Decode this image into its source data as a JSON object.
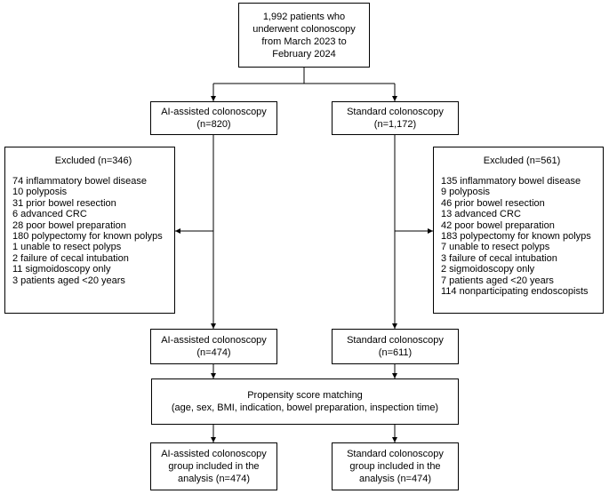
{
  "top": {
    "lines": [
      "1,992 patients who",
      "underwent colonoscopy",
      "from March 2023 to",
      "February 2024"
    ]
  },
  "ai_initial": {
    "lines": [
      "AI-assisted colonoscopy",
      "(n=820)"
    ]
  },
  "std_initial": {
    "lines": [
      "Standard colonoscopy",
      "(n=1,172)"
    ]
  },
  "ai_excluded": {
    "title": "Excluded (n=346)",
    "items": [
      "74 inflammatory bowel disease",
      "10 polyposis",
      "31 prior bowel resection",
      "6 advanced CRC",
      "28 poor bowel preparation",
      "180 polypectomy for known polyps",
      "1 unable to resect polyps",
      "2 failure of cecal intubation",
      "11 sigmoidoscopy only",
      "3 patients aged <20 years"
    ]
  },
  "std_excluded": {
    "title": "Excluded (n=561)",
    "items": [
      "135 inflammatory bowel disease",
      "9 polyposis",
      "46 prior bowel resection",
      "13 advanced CRC",
      "42 poor bowel preparation",
      "183 polypectomy for known polyps",
      "7 unable to resect polyps",
      "3 failure of cecal intubation",
      "2 sigmoidoscopy only",
      "7 patients aged <20 years",
      "114 nonparticipating endoscopists"
    ]
  },
  "ai_after": {
    "lines": [
      "AI-assisted colonoscopy",
      "(n=474)"
    ]
  },
  "std_after": {
    "lines": [
      "Standard colonoscopy",
      "(n=611)"
    ]
  },
  "psm": {
    "lines": [
      "Propensity score matching",
      "(age, sex, BMI, indication, bowel preparation, inspection time)"
    ]
  },
  "ai_final": {
    "lines": [
      "AI-assisted colonoscopy",
      "group included in the",
      "analysis (n=474)"
    ]
  },
  "std_final": {
    "lines": [
      "Standard colonoscopy",
      "group included in the",
      "analysis (n=474)"
    ]
  }
}
